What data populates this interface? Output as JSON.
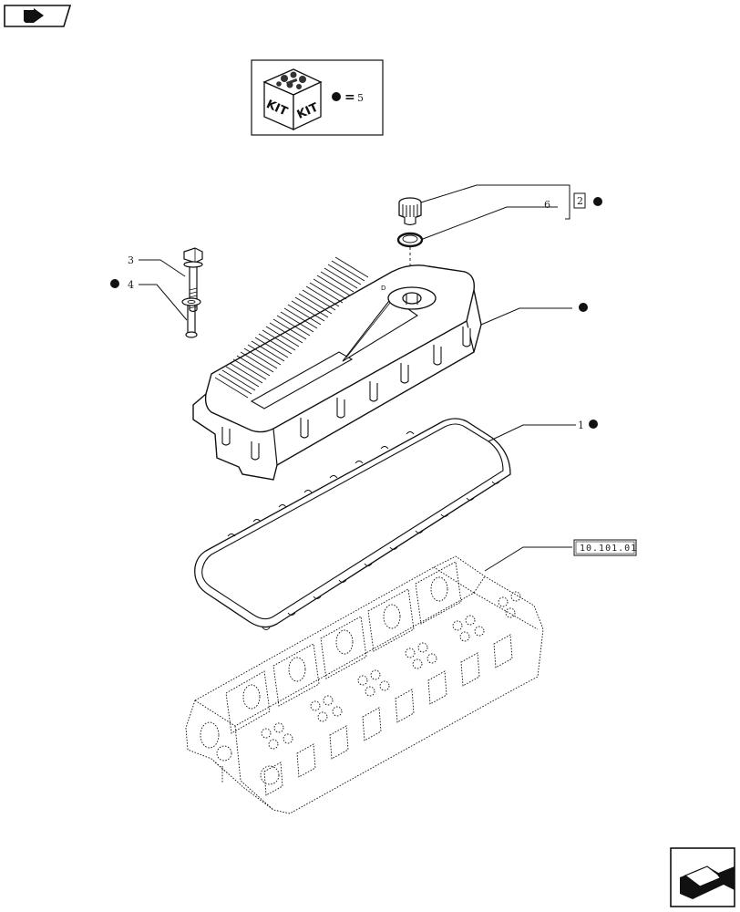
{
  "kit_legend": {
    "kit_word_left": "KIT",
    "kit_word_right": "KIT",
    "equals": "=",
    "kit_ref": "5"
  },
  "labels": {
    "item_1": "1",
    "item_2": "2",
    "item_3": "3",
    "item_4": "4",
    "item_6": "6",
    "ref_section": "10.101.01"
  },
  "icons": {
    "top_left": "nav-back-arrow-icon",
    "bottom_right": "nav-next-arrow-icon",
    "kit_marker": "kit-dot-icon"
  }
}
